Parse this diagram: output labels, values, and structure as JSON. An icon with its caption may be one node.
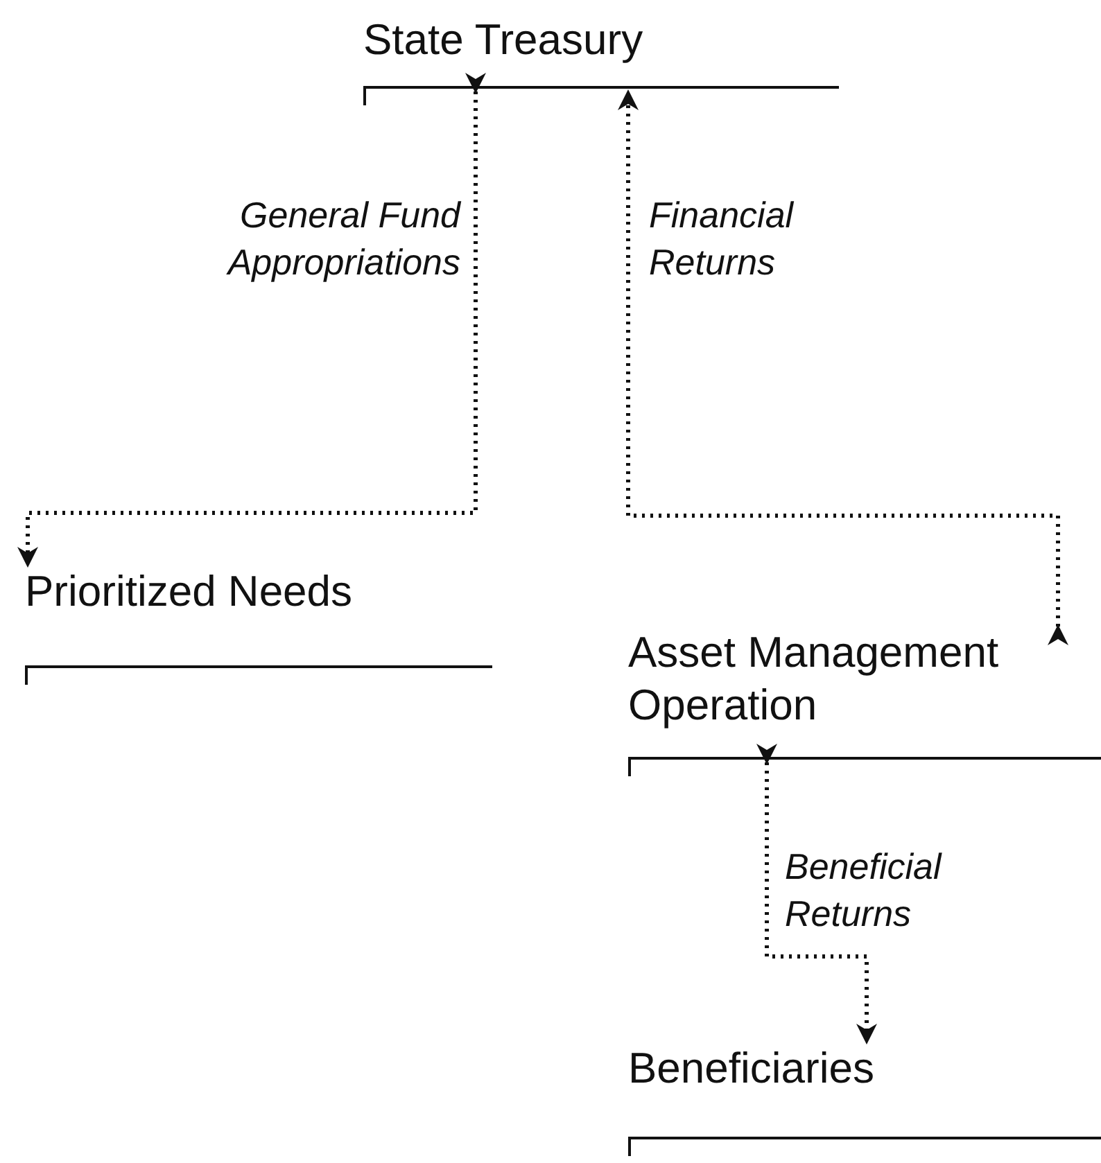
{
  "diagram": {
    "nodes": [
      {
        "text": [
          "State Treasury"
        ]
      },
      {
        "text": [
          "Prioritized Needs"
        ]
      },
      {
        "text": [
          "Asset Management Operation"
        ]
      },
      {
        "text": [
          "Beneficiaries"
        ]
      }
    ],
    "edges": [
      {
        "from": 0,
        "to": 1,
        "arrow": "to",
        "label": "General Fund Appropriations",
        "style": "dashed"
      },
      {
        "from": 2,
        "to": 0,
        "arrow": "to",
        "label": "Financial Returns",
        "style": "dashed"
      },
      {
        "from": 2,
        "to": 3,
        "arrow": "to",
        "label": "Beneficial Returns",
        "style": "dashed"
      }
    ]
  }
}
